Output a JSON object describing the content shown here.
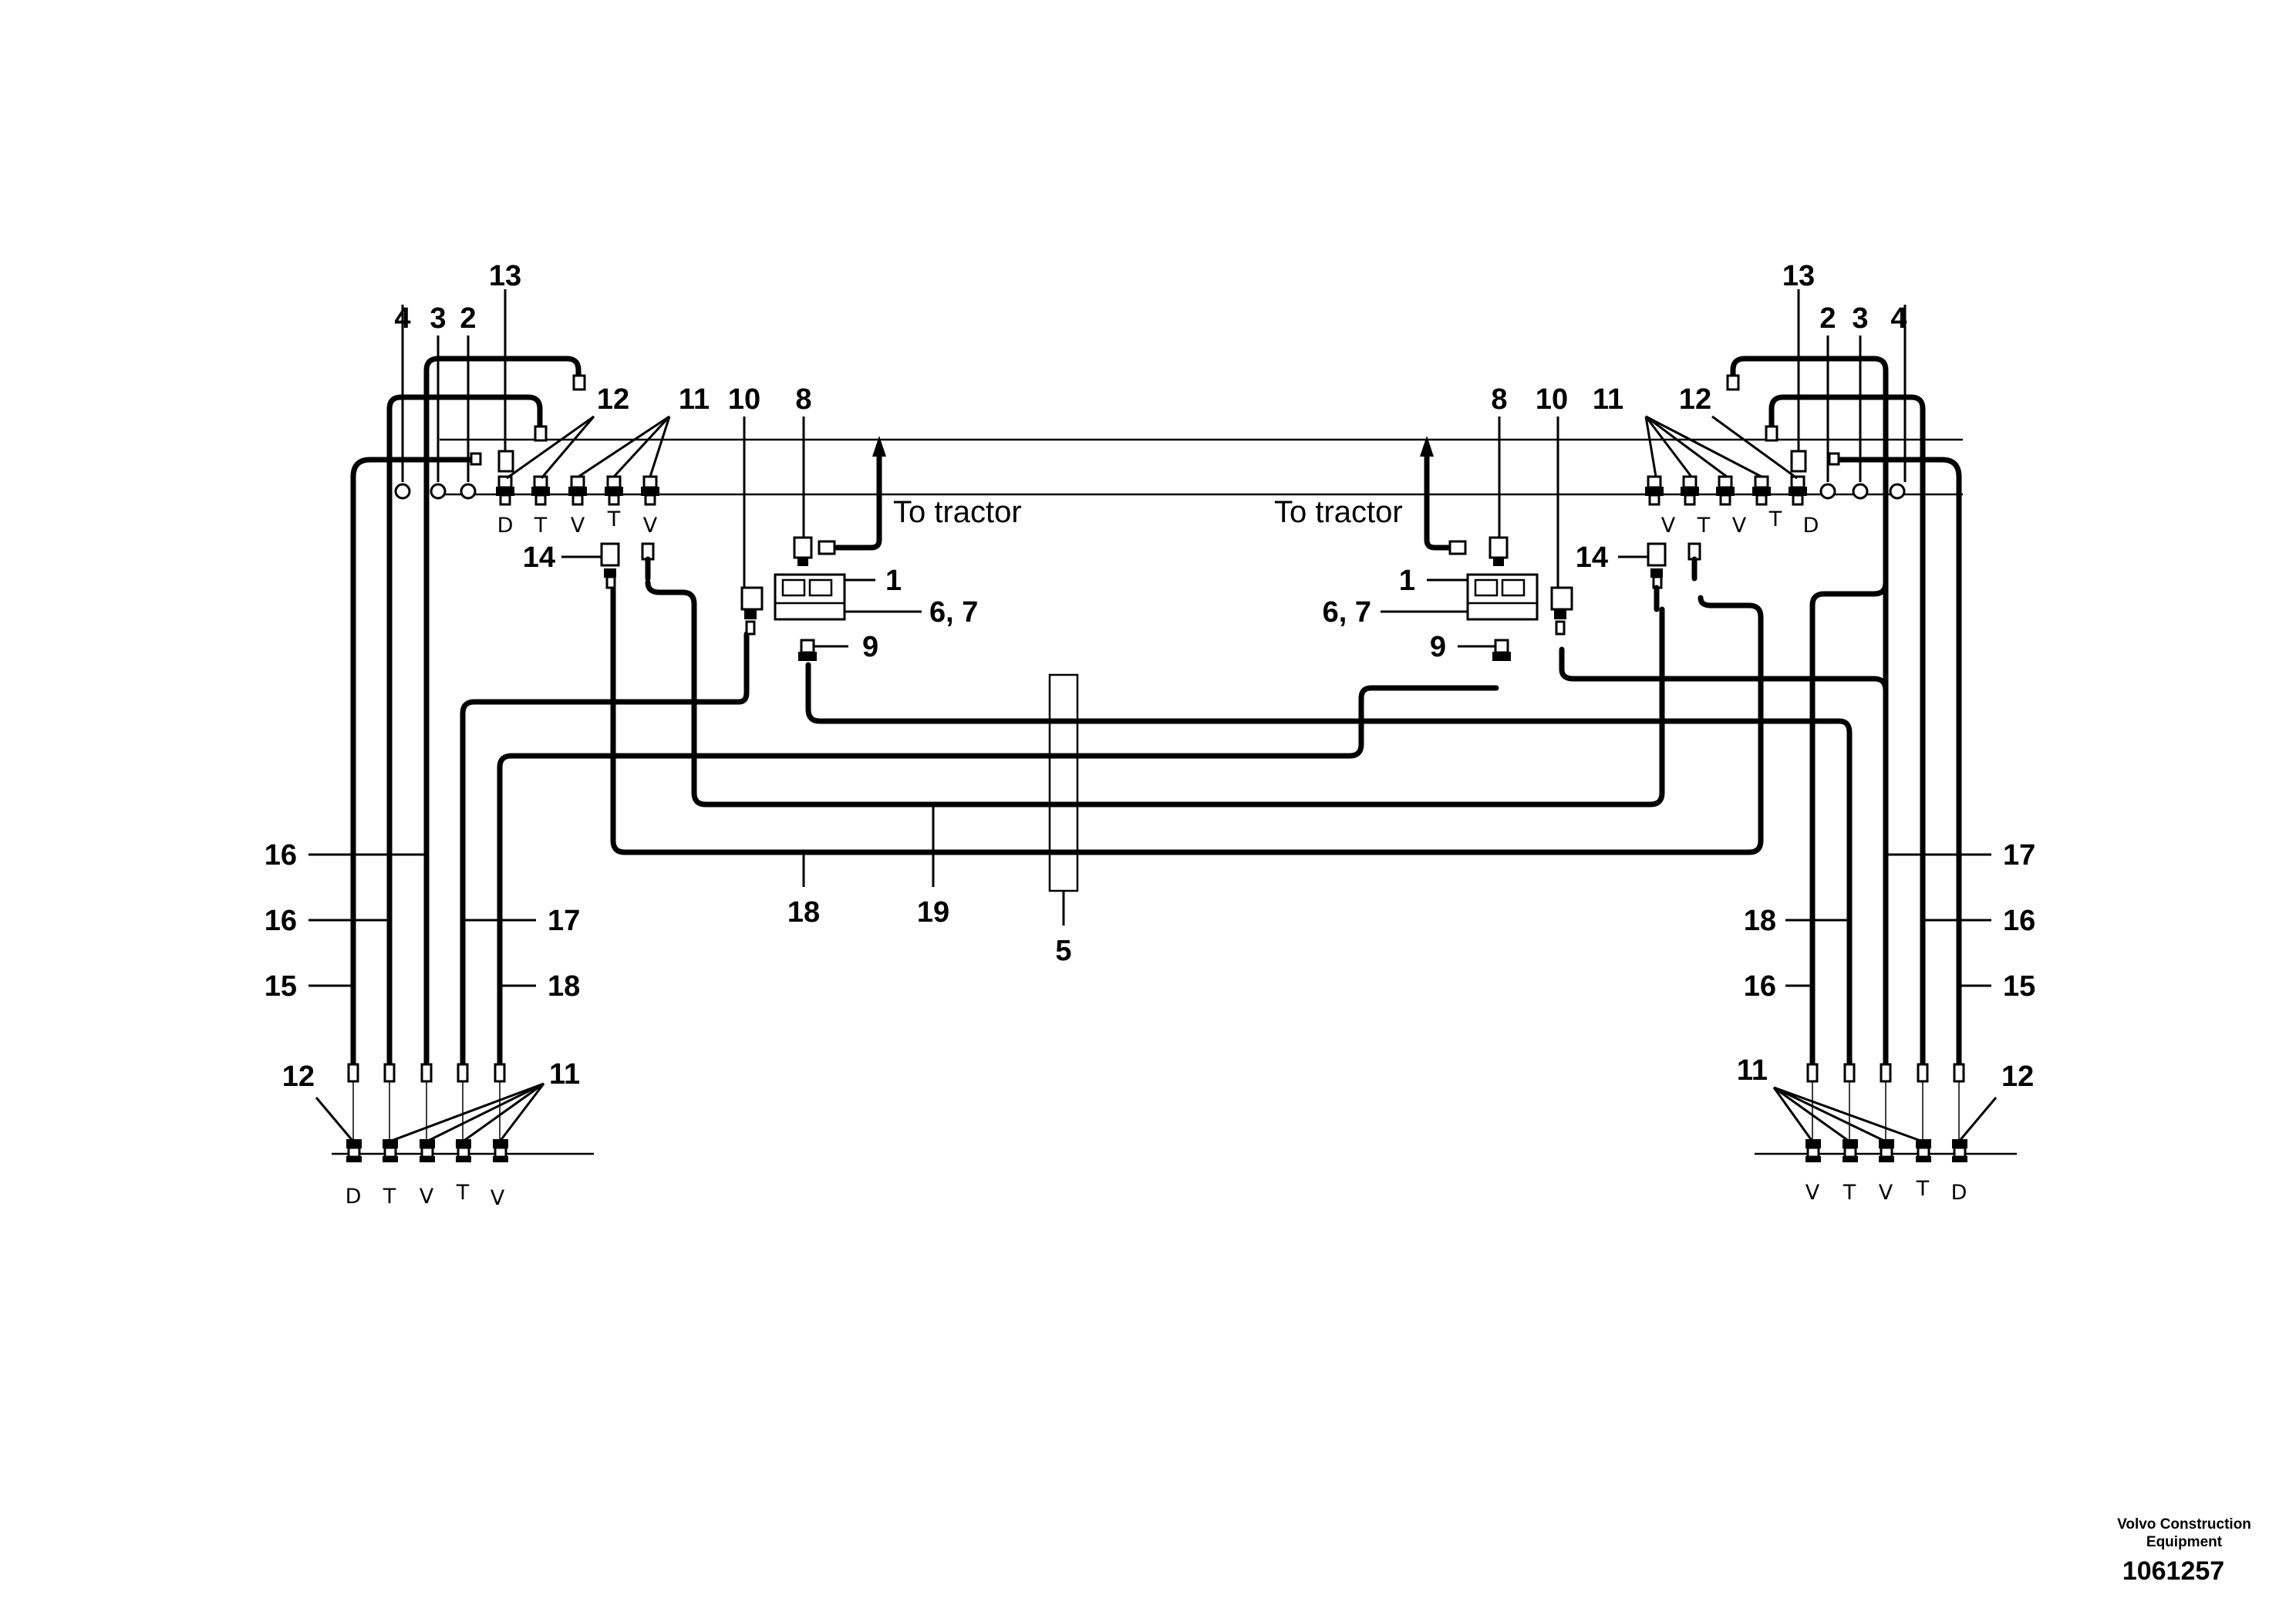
{
  "diagram": {
    "to_tractor_label": "To tractor",
    "callouts": {
      "c1": "1",
      "c2": "2",
      "c3": "3",
      "c4": "4",
      "c5": "5",
      "c67": "6, 7",
      "c8": "8",
      "c9": "9",
      "c10": "10",
      "c11": "11",
      "c12": "12",
      "c13": "13",
      "c14": "14",
      "c15": "15",
      "c16": "16",
      "c17": "17",
      "c18": "18",
      "c19": "19"
    },
    "ports": {
      "D": "D",
      "T": "T",
      "V": "V"
    }
  },
  "footer": {
    "brand_line1": "Volvo Construction",
    "brand_line2": "Equipment",
    "drawing_number": "1061257"
  }
}
